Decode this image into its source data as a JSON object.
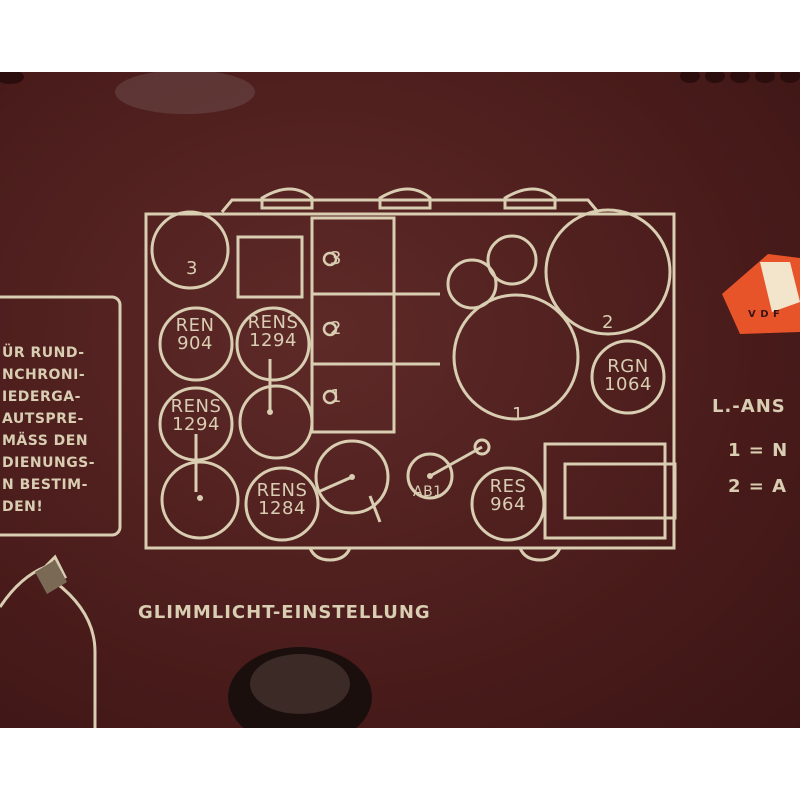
{
  "colors": {
    "panel": "#4a1c1b",
    "print": "#d9cdb2",
    "sticker_red": "#e8542a"
  },
  "diagram": {
    "tubes": [
      {
        "type": "REN",
        "number": "904"
      },
      {
        "type": "RENS",
        "number": "1294"
      },
      {
        "type": "RENS",
        "number": "1294"
      },
      {
        "type": "RENS",
        "number": "1284"
      },
      {
        "type": "RES",
        "number": "964"
      },
      {
        "type": "RGN",
        "number": "1064"
      },
      {
        "type": "AB1",
        "number": ""
      }
    ],
    "coil_labels": [
      "3",
      "2",
      "1"
    ],
    "numbers": [
      "3",
      "2",
      "1"
    ]
  },
  "left_note": "ÜR RUND-\nNCHRONI-\nIEDERGA-\nAUTSPRE-\nMÄSS DEN\nDIENUNGS-\nN BESTIM-\nDEN!",
  "adjust_label": "GLIMMLICHT-EINSTELLUNG",
  "right_note": {
    "title": "L.-ANS",
    "lines": [
      "1 = N",
      "2 = A"
    ]
  },
  "sticker_text": "V D  F"
}
